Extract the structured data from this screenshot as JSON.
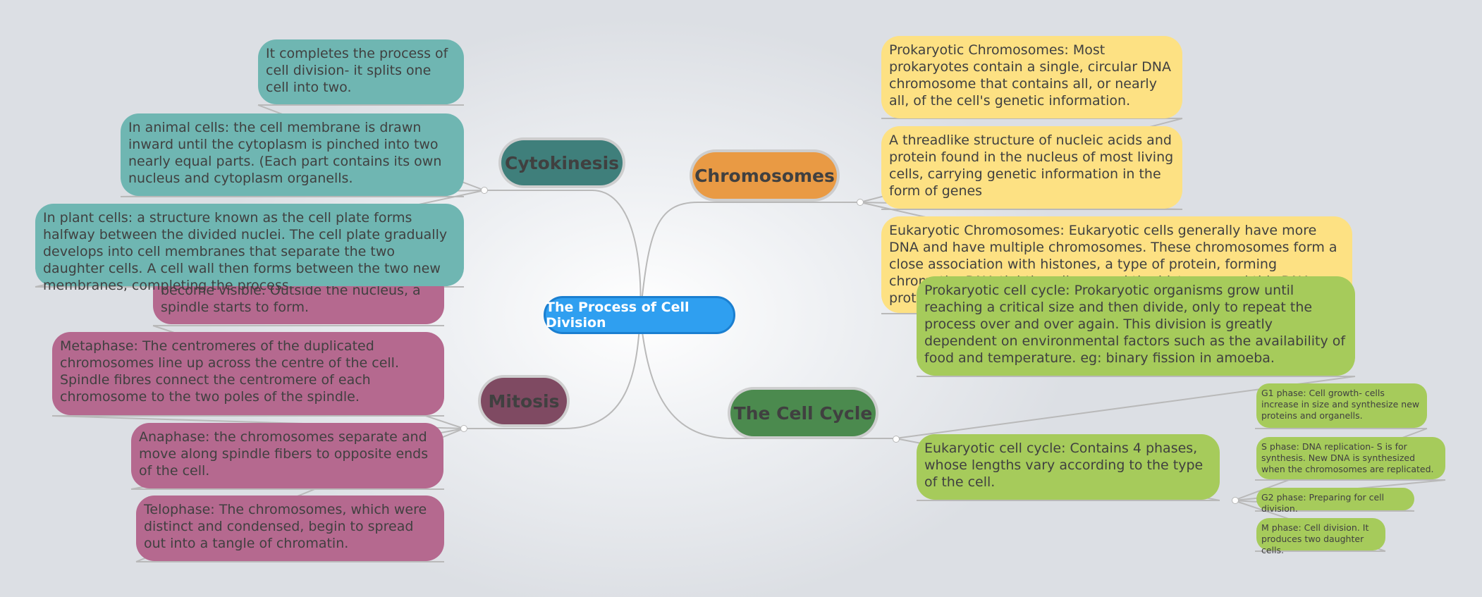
{
  "center": {
    "title": "The Process of Cell Division"
  },
  "cytokinesis": {
    "title": "Cytokinesis",
    "items": [
      "It completes the process of cell division- it splits one cell into two.",
      "In animal cells: the cell membrane is drawn inward until the cytoplasm is pinched into two nearly equal parts. (Each part contains its own nucleus and cytoplasm organells.",
      "In plant cells: a structure known as the cell plate forms halfway between the divided nuclei. The cell plate gradually develops into cell membranes that separate the two daughter cells. A cell wall then forms between the two new membranes, completing the process."
    ]
  },
  "mitosis": {
    "title": "Mitosis",
    "items": [
      "become visible. Outside the nucleus, a spindle starts to form.",
      "Metaphase: The centromeres of the duplicated chromosomes line up across the centre of the cell. Spindle fibres connect the centromere of each chromosome to the two poles of the spindle.",
      "Anaphase: the chromosomes separate and move along spindle fibers to opposite ends of the cell.",
      "Telophase: The chromosomes, which were distinct and condensed, begin to spread out into a tangle of chromatin."
    ]
  },
  "chromosomes": {
    "title": "Chromosomes",
    "items": [
      "Prokaryotic Chromosomes: Most prokaryotes contain a single, circular DNA chromosome that contains all, or nearly all, of the cell's genetic information.",
      "A threadlike structure of nucleic acids and protein found in the nucleus of most living cells, carrying genetic information in the form of genes",
      "Eukaryotic Chromosomes: Eukaryotic cells generally have more DNA and have multiple chromosomes. These chromosomes form a close association with histones, a type of protein, forming chromatin. DNA tightly coils around the histones, and this DNA-protein complex is found inside the nucleus."
    ]
  },
  "cell_cycle": {
    "title": "The Cell Cycle",
    "prokaryotic": "Prokaryotic cell cycle: Prokaryotic organisms grow until reaching a critical size and then divide, only to repeat the process over and over again. This division is greatly dependent on environmental factors such as the availability of food and temperature. eg: binary fission in amoeba.",
    "eukaryotic": "Eukaryotic cell cycle: Contains 4 phases, whose lengths vary according to the type of the cell.",
    "phases": [
      "G1 phase: Cell growth- cells increase in size and synthesize new proteins and organells.",
      "S phase: DNA replication- S is for synthesis. New DNA is synthesized when the chromosomes are replicated.",
      "G2 phase: Preparing for cell division.",
      "M phase: Cell division. It produces two daughter cells."
    ]
  },
  "colors": {
    "center": "#2f9ff0",
    "cytokinesis": "#3f7f7b",
    "mitosis": "#7f4a62",
    "chromosomes": "#e99a44",
    "cell_cycle": "#4b8a4e",
    "teal_leaf": "#6fb6b2",
    "pink_leaf": "#b5698f",
    "yellow_leaf": "#fde183",
    "green_leaf": "#a6cb5b"
  }
}
